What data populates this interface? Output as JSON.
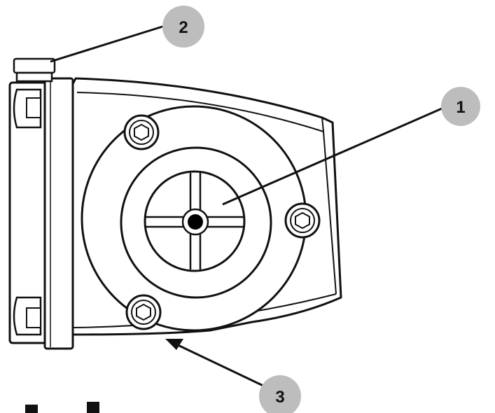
{
  "callouts": [
    {
      "label": "1"
    },
    {
      "label": "2"
    },
    {
      "label": "3"
    }
  ],
  "colors": {
    "line": "#111111",
    "callout_fill": "#bdbdbd",
    "background": "#ffffff"
  }
}
